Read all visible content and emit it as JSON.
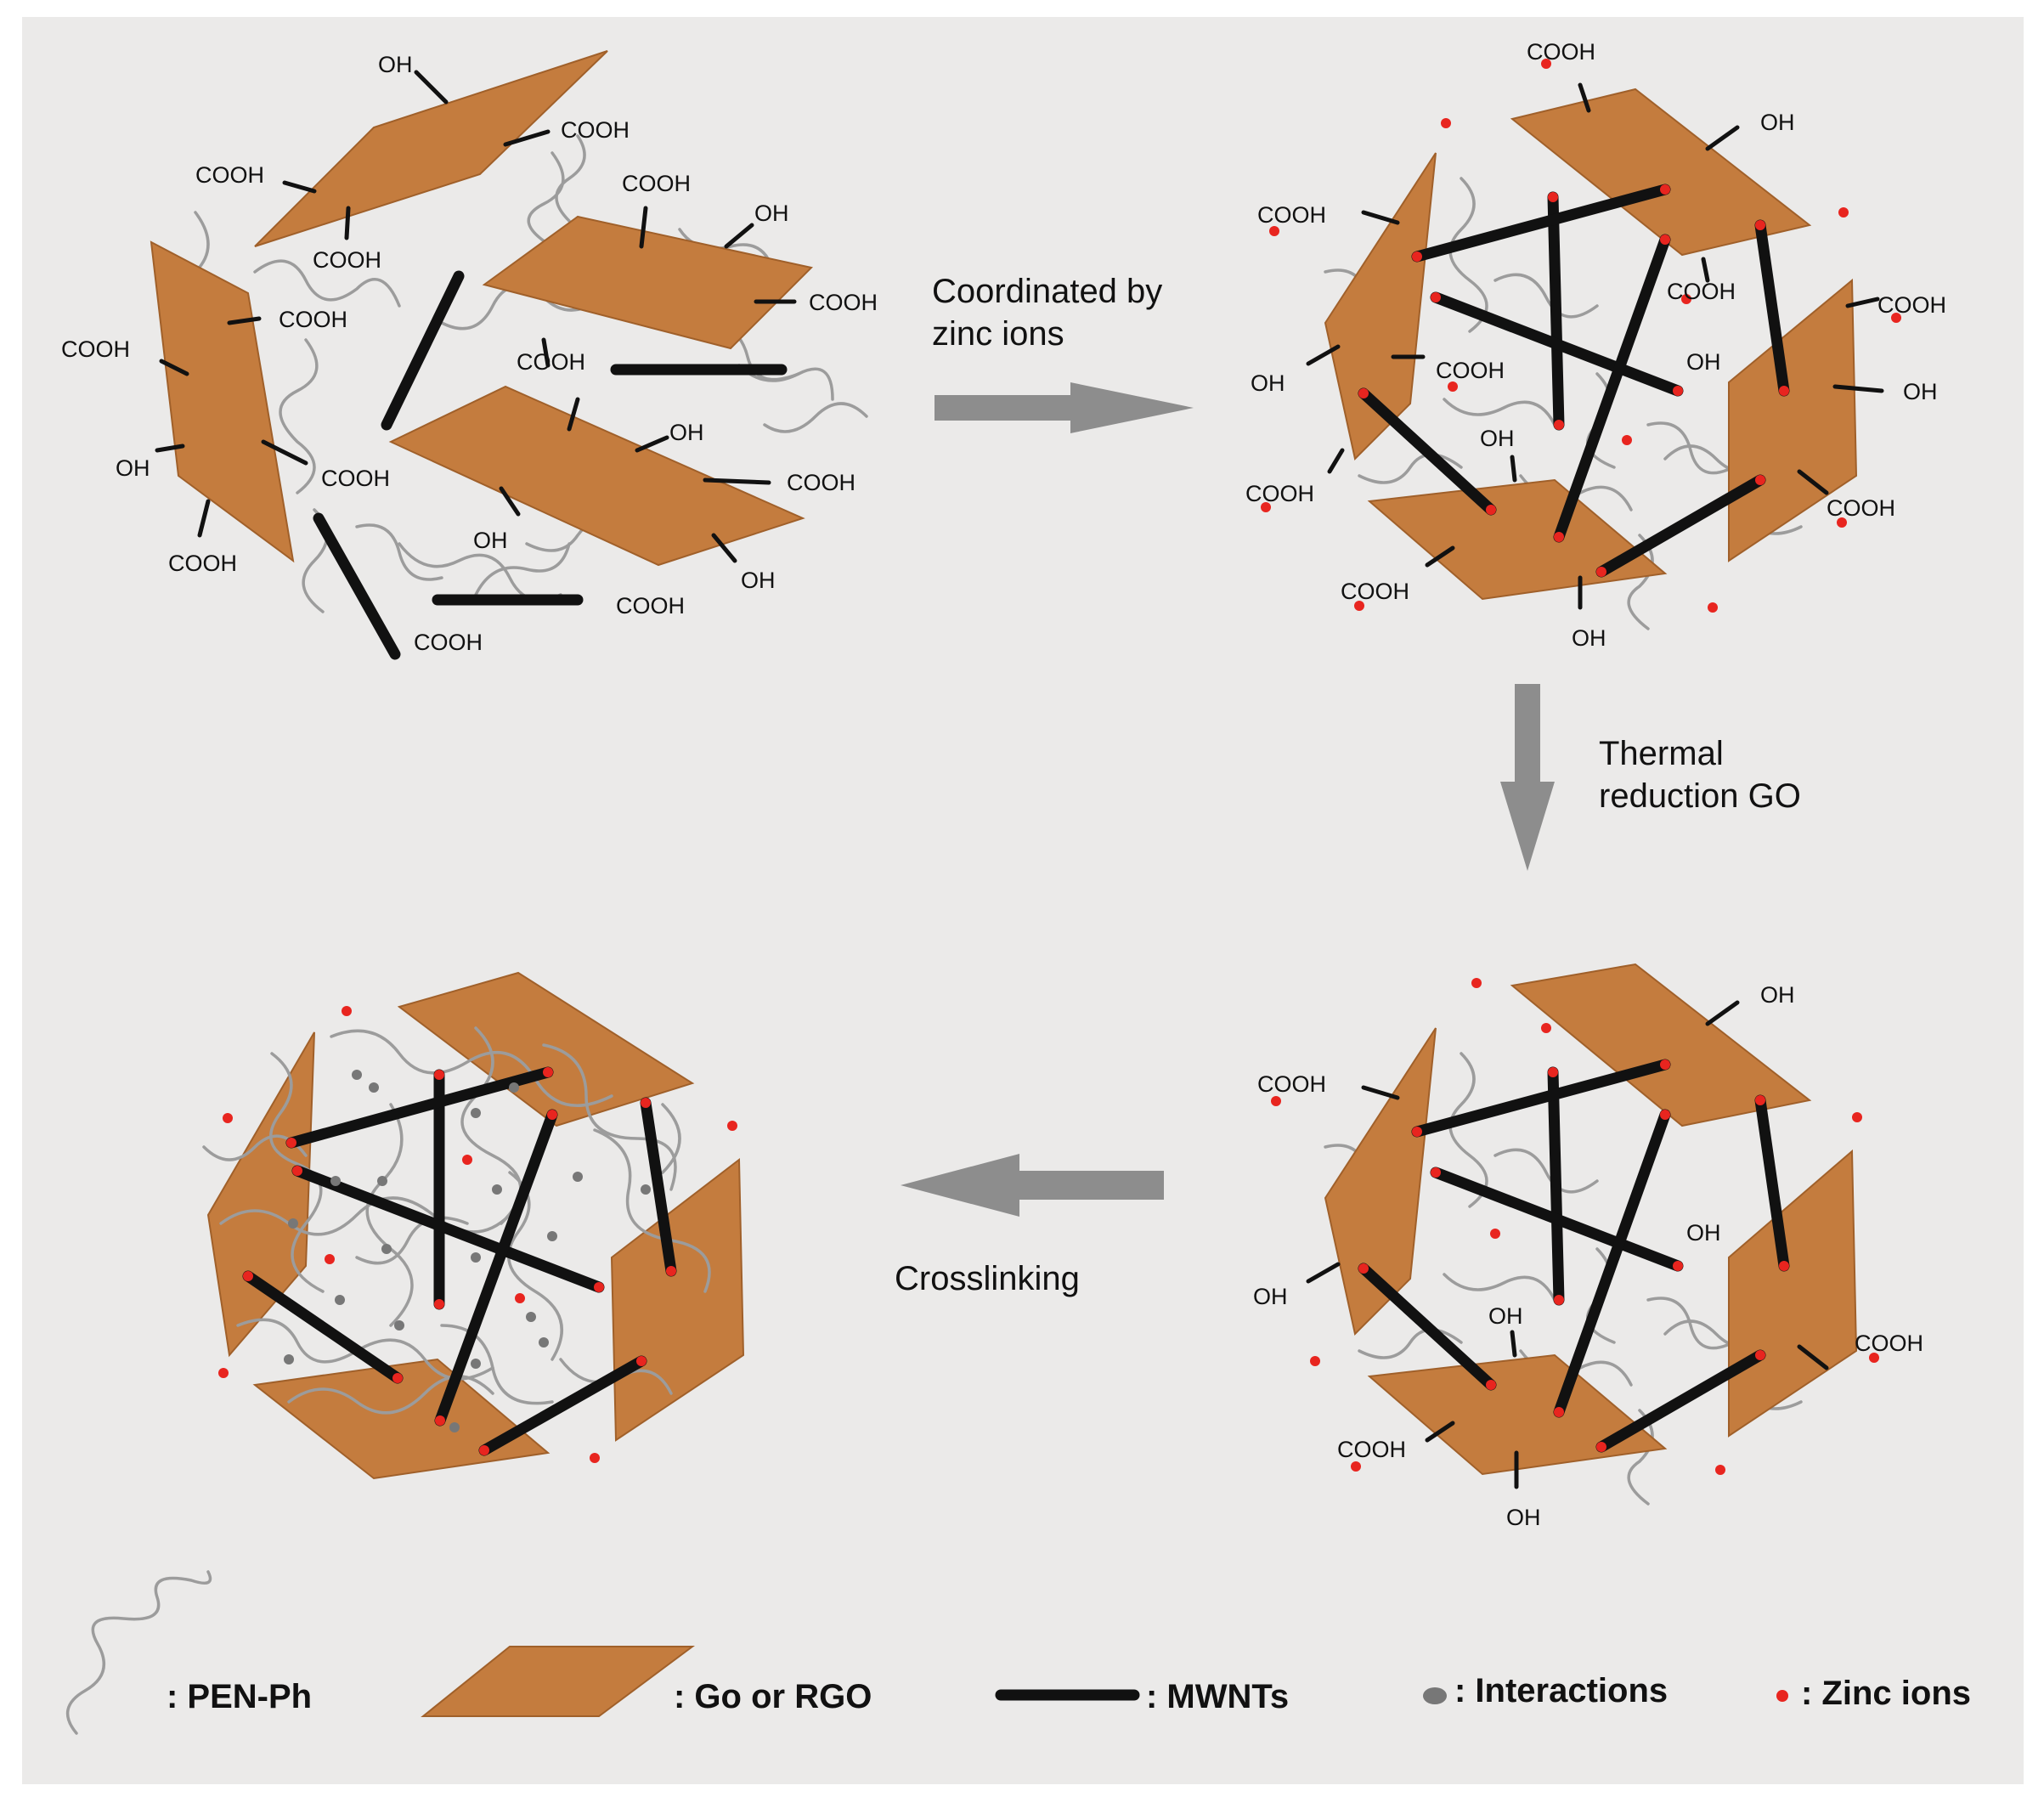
{
  "groups": {
    "oh": "OH",
    "cooh": "COOH"
  },
  "steps": {
    "coordinate_line1": "Coordinated by",
    "coordinate_line2": "zinc ions",
    "thermal_line1": "Thermal",
    "thermal_line2": "reduction GO",
    "crosslink": "Crosslinking"
  },
  "legend": {
    "pen_ph": ":  PEN-Ph",
    "go_rgo": ": Go or RGO",
    "mwnts": ":   MWNTs",
    "interactions": ":  Interactions",
    "zinc": ": Zinc ions"
  },
  "colors": {
    "sheet": "#c47c3e",
    "zinc_ion": "#e8251f",
    "polymer": "#9c9c9c",
    "nanotube": "#111111",
    "arrow": "#8d8d8d",
    "background": "#ebeae9"
  }
}
